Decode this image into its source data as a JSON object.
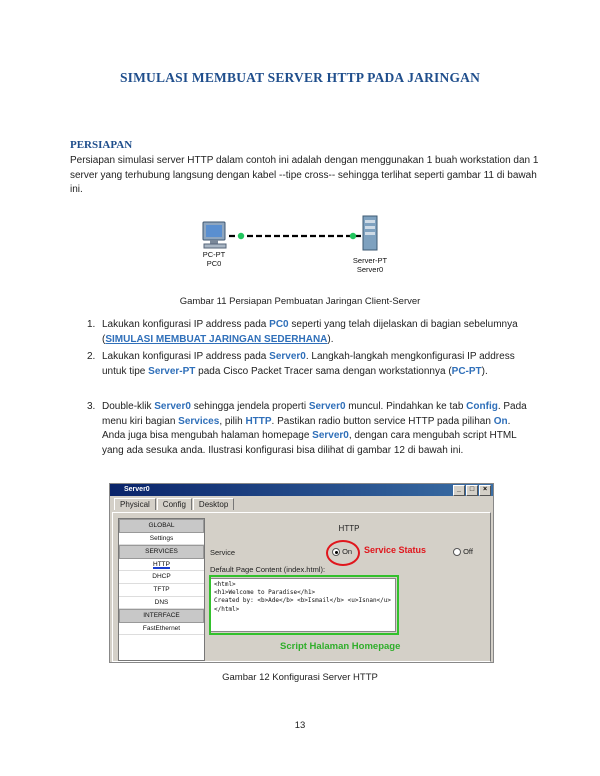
{
  "title": "SIMULASI MEMBUAT SERVER HTTP PADA JARINGAN",
  "section": "PERSIAPAN",
  "intro": "Persiapan simulasi server HTTP dalam contoh ini adalah dengan menggunakan 1 buah workstation dan 1 server yang terhubung langsung dengan kabel --tipe cross-- sehingga terlihat seperti gambar 11 di bawah ini.",
  "network": {
    "pc_label_1": "PC-PT",
    "pc_label_2": "PC0",
    "server_label_1": "Server-PT",
    "server_label_2": "Server0",
    "link_color": "#22c55e"
  },
  "caption1": "Gambar 11 Persiapan Pembuatan Jaringan Client-Server",
  "steps": [
    {
      "num": "1.",
      "a": "Lakukan konfigurasi IP address pada ",
      "b": "PC0",
      "c": " seperti yang telah dijelaskan di bagian sebelumnya (",
      "d": "SIMULASI MEMBUAT JARINGAN SEDERHANA",
      "e": ")."
    },
    {
      "num": "2.",
      "a": "Lakukan konfigurasi IP address pada ",
      "b": "Server0",
      "c": ". Langkah-langkah mengkonfigurasi IP address untuk tipe ",
      "d": "Server-PT",
      "e": " pada Cisco Packet Tracer sama dengan workstationnya (",
      "f": "PC-PT",
      "g": ")."
    },
    {
      "num": "3.",
      "a": "Double-klik ",
      "b": "Server0",
      "c": " sehingga jendela properti ",
      "d": "Server0",
      "e": " muncul. Pindahkan ke tab ",
      "f": "Config",
      "g": ". Pada menu kiri bagian ",
      "h": "Services",
      "i": ", pilih ",
      "j": "HTTP",
      "k": ". Pastikan radio button service HTTP pada pilihan ",
      "l": "On",
      "m": ". Anda juga bisa mengubah halaman homepage ",
      "n": "Server0",
      "o": ", dengan cara mengubah script HTML yang ada sesuka anda. Ilustrasi konfigurasi bisa dilihat di gambar 12 di bawah ini."
    }
  ],
  "window": {
    "title": "Server0",
    "tabs": [
      "Physical",
      "Config",
      "Desktop"
    ],
    "sidebar": [
      "GLOBAL",
      "Settings",
      "SERVICES",
      "HTTP",
      "DHCP",
      "TFTP",
      "DNS",
      "INTERFACE",
      "FastEthernet"
    ],
    "panel_title": "HTTP",
    "service_label": "Service",
    "on_label": "On",
    "off_label": "Off",
    "default_page_label": "Default Page Content (index.html):",
    "code": "<html>\n<h1>Welcome to Paradise</h1>\nCreated by: <b>Ade</b> <b>Ismail</b> <u>Isnan</u>\n</html>",
    "annot_service": "Service Status",
    "annot_script": "Script Halaman Homepage"
  },
  "caption2": "Gambar 12 Konfigurasi Server HTTP",
  "page_number": "13"
}
